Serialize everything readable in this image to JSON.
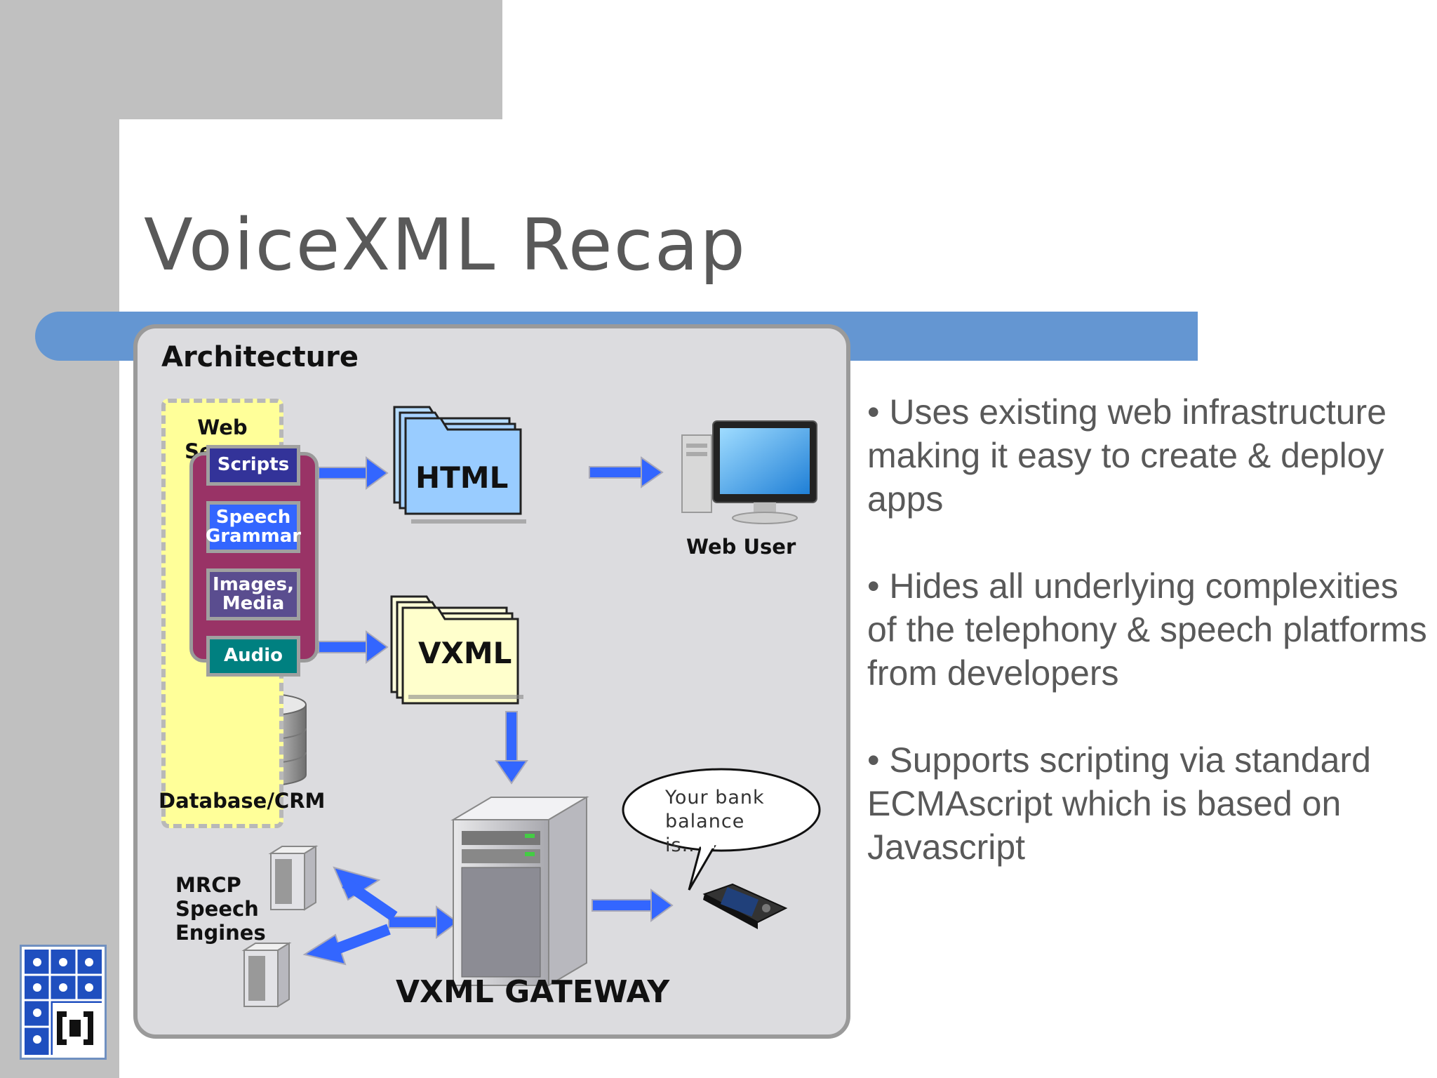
{
  "slide": {
    "title": "VoiceXML Recap",
    "bullets": [
      "• Uses existing web infrastructure making it easy to create & deploy apps",
      "• Hides all underlying complexities of the telephony & speech platforms from developers",
      "• Supports scripting via standard ECMAscript which is based on Javascript"
    ]
  },
  "diagram": {
    "heading": "Architecture",
    "web_server": {
      "title": "Web Server",
      "scripts": "Scripts",
      "speech_grammar": [
        "Speech",
        "Grammar"
      ],
      "images_media": [
        "Images,",
        "Media"
      ],
      "audio": "Audio",
      "database": "Database/CRM"
    },
    "html_label": "HTML",
    "vxml_label": "VXML",
    "web_user": "Web User",
    "mrcp": [
      "MRCP",
      "Speech",
      "Engines"
    ],
    "gateway": "VXML GATEWAY",
    "speech_bubble": [
      "Your bank",
      "balance",
      "is.."
    ]
  },
  "colors": {
    "title": "#595959",
    "blue_bar": "#6496d2",
    "arrow": "#3366ff",
    "web_server_bg": "#ffff99",
    "band": "#993366",
    "scripts": "#333399",
    "speech_grammar": "#3366ff",
    "images_media": "#5a4d8f",
    "audio": "#008080",
    "html_folder": "#99ccff",
    "vxml_folder": "#ffffcc"
  }
}
